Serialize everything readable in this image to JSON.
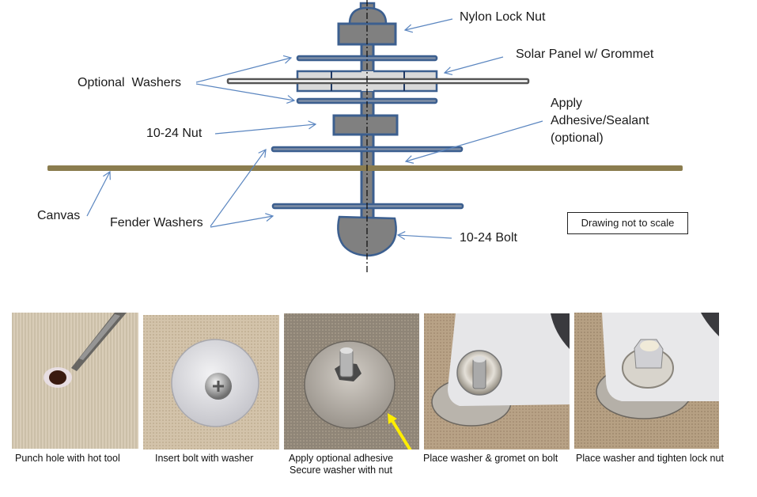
{
  "diagram": {
    "labels": {
      "nylon_lock_nut": "Nylon Lock Nut",
      "solar_panel": "Solar Panel w/ Grommet",
      "optional_washers": "Optional  Washers",
      "apply_line1": "Apply",
      "apply_line2": "Adhesive/Sealant",
      "apply_line3": "(optional)",
      "nut": "10-24 Nut",
      "canvas": "Canvas",
      "fender_washers": "Fender Washers",
      "bolt": "10-24 Bolt"
    },
    "note": "Drawing not to scale",
    "colors": {
      "outline": "#3c5f8f",
      "metal_fill": "#808080",
      "washer_fill": "#7f8fa6",
      "grommet_fill": "#d9d9d9",
      "panel_edge": "#555555",
      "canvas": "#8b7d4f",
      "arrow": "#5b86c0"
    }
  },
  "photos": [
    {
      "caption": [
        "Punch hole with hot tool"
      ],
      "subject": "canvas-hole-photo"
    },
    {
      "caption": [
        "Insert bolt with washer"
      ],
      "subject": "bolt-washer-photo"
    },
    {
      "caption": [
        "Apply optional adhesive",
        "Secure washer with nut"
      ],
      "subject": "nut-washer-photo"
    },
    {
      "caption": [
        "Place washer & gromet on bolt"
      ],
      "subject": "grommet-photo"
    },
    {
      "caption": [
        "Place washer and tighten lock nut"
      ],
      "subject": "lock-nut-photo"
    }
  ]
}
